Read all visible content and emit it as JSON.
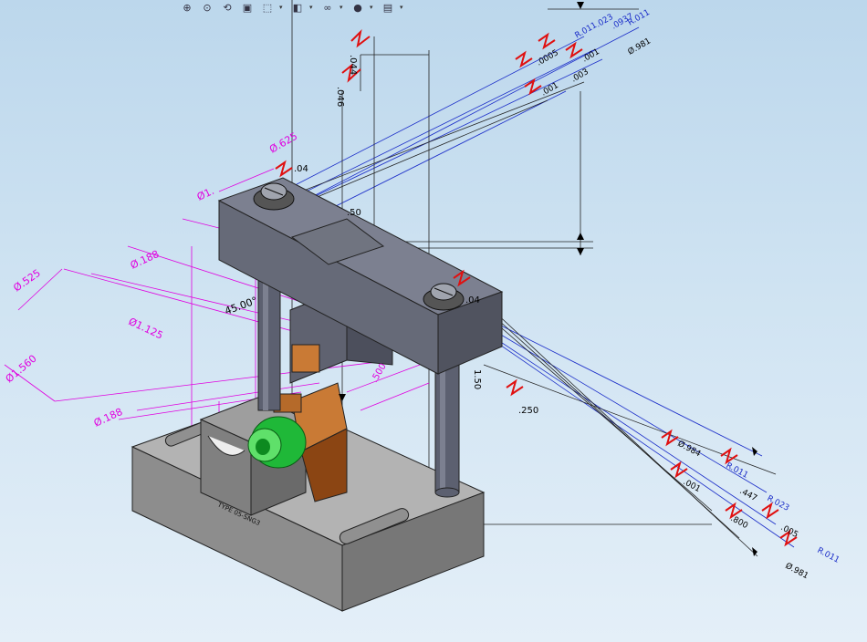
{
  "toolbar": {
    "buttons": [
      {
        "icon": "zoom-to-fit-icon",
        "glyph": "⊕"
      },
      {
        "icon": "zoom-area-icon",
        "glyph": "⊙"
      },
      {
        "icon": "rotate-icon",
        "glyph": "⟲"
      },
      {
        "icon": "section-view-icon",
        "glyph": "▣"
      },
      {
        "icon": "view-orientation-icon",
        "glyph": "⬚",
        "dropdown": true
      },
      {
        "icon": "display-style-icon",
        "glyph": "◧",
        "dropdown": true
      },
      {
        "icon": "hide-show-icon",
        "glyph": "∞",
        "dropdown": true
      },
      {
        "icon": "appearance-icon",
        "glyph": "●",
        "dropdown": true
      },
      {
        "icon": "scene-icon",
        "glyph": "▤",
        "dropdown": true
      }
    ]
  },
  "model": {
    "part_label": "TYPE 05-SNG3",
    "colors": {
      "plate": "#9a9a9a",
      "bar": "#6e7280",
      "block_orange": "#b56a2a",
      "bushing_green": "#2ecc40",
      "dim_magenta": "#e000e0",
      "dim_black": "#000000",
      "dim_blue": "#1a2cc8",
      "gdt_red": "#e01010"
    }
  },
  "dimensions": {
    "left": [
      "Ø.525",
      "Ø.188",
      "Ø1.125",
      "Ø1.560",
      "Ø.188",
      "Ø1.",
      "45.00°",
      "Ø.625"
    ],
    "center": [
      ".044",
      ".046",
      ".04",
      ".50",
      ".500",
      ".250",
      ".04",
      "1.50"
    ],
    "top_right": [
      "R.011",
      ".023",
      ".0937",
      "R.011",
      "Ø.981",
      ".0005",
      ".001",
      ".003",
      ".001"
    ],
    "bottom_right": [
      "Ø.984",
      "R.011",
      ".001",
      ".447",
      ".800",
      "R.023",
      "R.011",
      "Ø.981",
      ".005"
    ]
  }
}
